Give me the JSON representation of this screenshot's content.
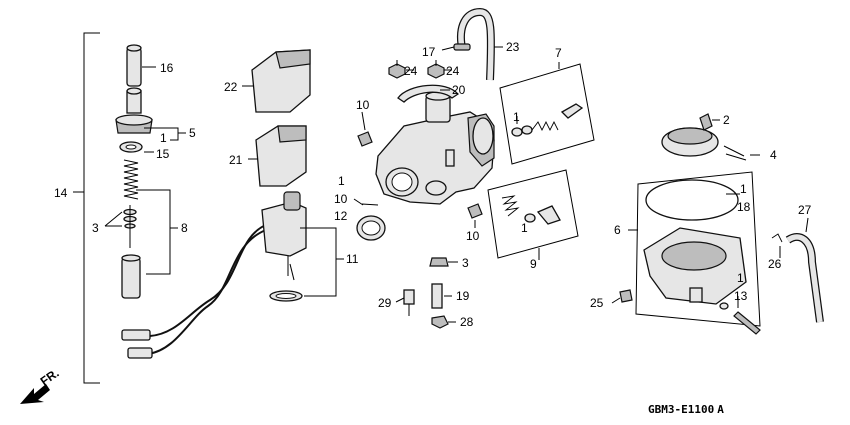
{
  "labels": {
    "p1": "1",
    "p2": "2",
    "p3": "3",
    "p4": "4",
    "p5": "5",
    "p6": "6",
    "p7": "7",
    "p8": "8",
    "p9": "9",
    "p10": "10",
    "p11": "11",
    "p12": "12",
    "p13": "13",
    "p14": "14",
    "p15": "15",
    "p16": "16",
    "p17": "17",
    "p18": "18",
    "p19": "19",
    "p20": "20",
    "p21": "21",
    "p22": "22",
    "p23": "23",
    "p24": "24",
    "p25": "25",
    "p26": "26",
    "p27": "27",
    "p28": "28",
    "p29": "29"
  },
  "front_marker": "FR.",
  "diagram_code": "GBM3-E1100",
  "diagram_code_suffix": "A"
}
